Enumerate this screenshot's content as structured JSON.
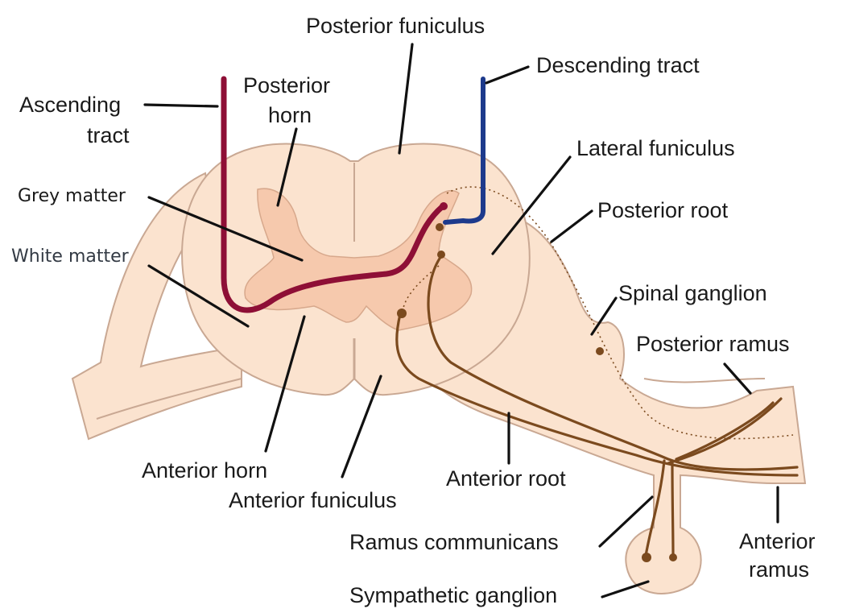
{
  "labels": {
    "posterior_funiculus": "Posterior funiculus",
    "descending_tract": "Descending tract",
    "ascending_tract_1": "Ascending",
    "ascending_tract_2": "tract",
    "posterior_horn_1": "Posterior",
    "posterior_horn_2": "horn",
    "lateral_funiculus": "Lateral funiculus",
    "grey_matter": "Grey matter",
    "posterior_root": "Posterior root",
    "white_matter": "White matter",
    "spinal_ganglion": "Spinal ganglion",
    "posterior_ramus": "Posterior ramus",
    "anterior_horn": "Anterior horn",
    "anterior_root": "Anterior root",
    "anterior_funiculus": "Anterior funiculus",
    "ramus_communicans": "Ramus communicans",
    "anterior_ramus_1": "Anterior",
    "anterior_ramus_2": "ramus",
    "sympathetic_ganglion": "Sympathetic ganglion"
  },
  "colors": {
    "ascending_tract": "#8e0f36",
    "descending_tract": "#1d3a8c",
    "white_matter": "#fbe3cf",
    "grey_matter": "#f6c9ad",
    "nerve_fibers": "#7b4a1e"
  }
}
